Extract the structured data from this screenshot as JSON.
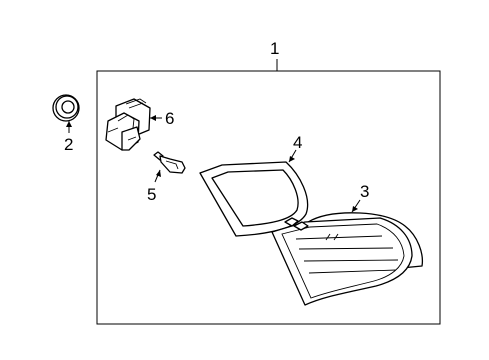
{
  "callouts": {
    "c1": "1",
    "c2": "2",
    "c3": "3",
    "c4": "4",
    "c5": "5",
    "c6": "6"
  },
  "parts": {
    "grommet": "grommet-icon",
    "socket": "bulb-socket-icon",
    "bulb": "bulb-icon",
    "gasket": "lamp-gasket-icon",
    "lamp": "tail-lamp-icon"
  }
}
